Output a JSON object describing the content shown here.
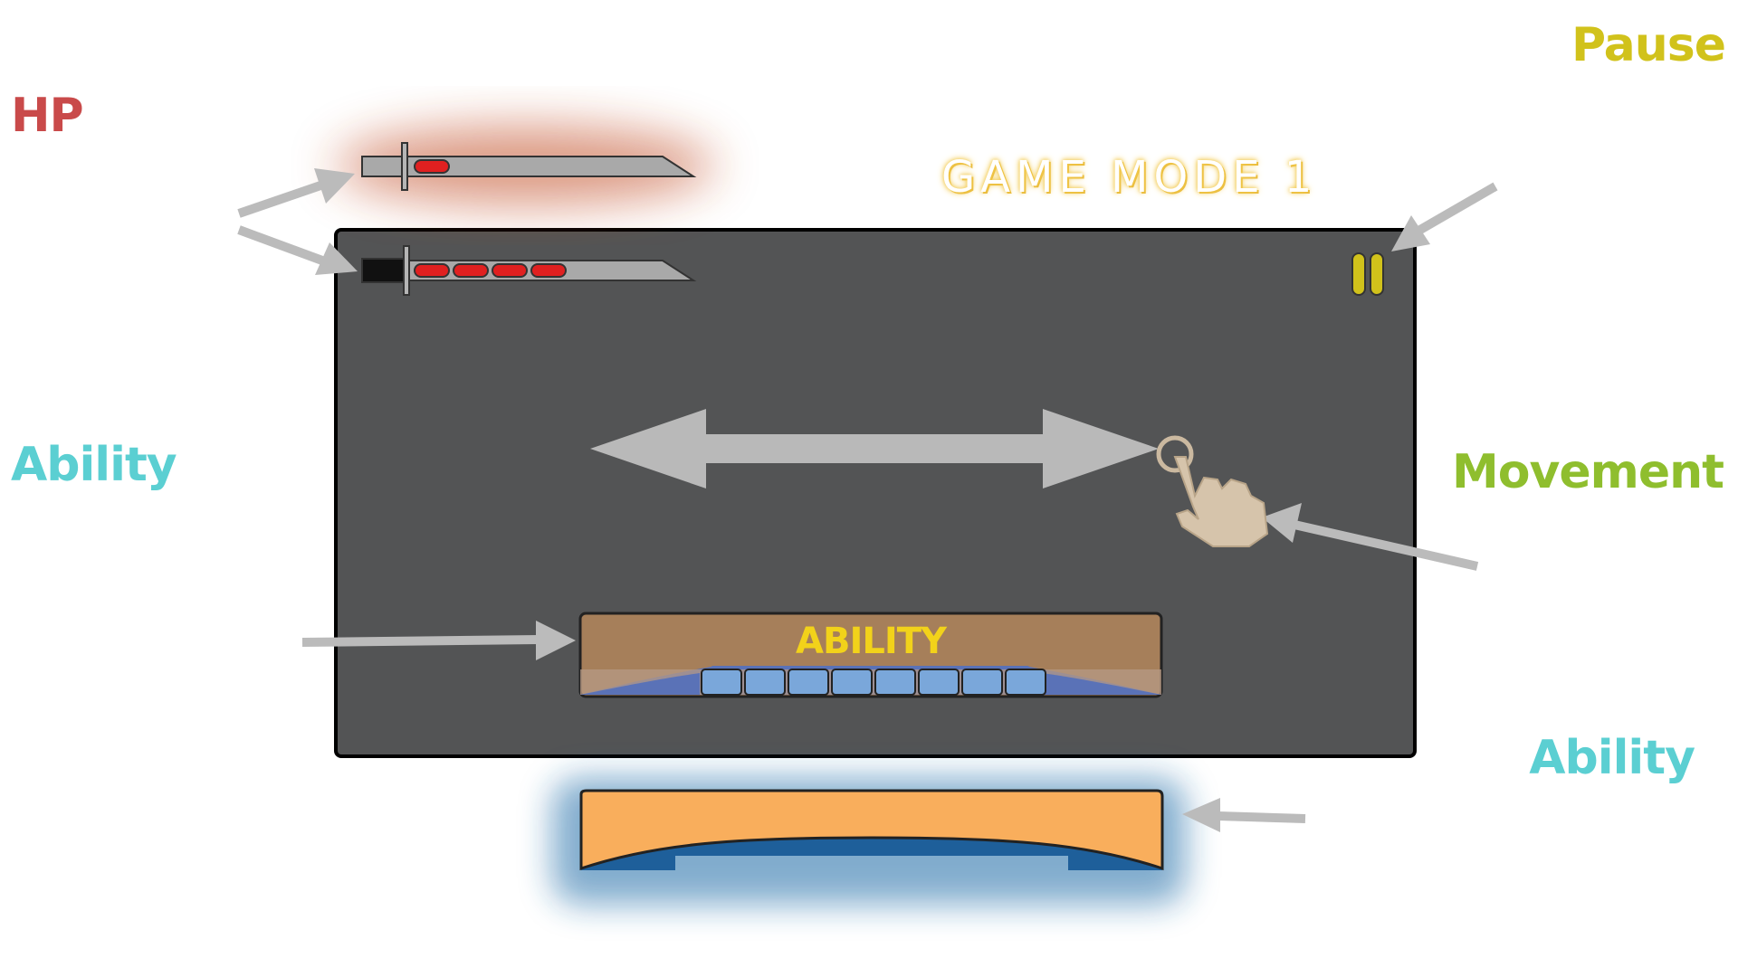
{
  "labels": {
    "hp": "HP",
    "ability_left": "Ability",
    "movement": "Movement",
    "pause": "Pause",
    "ability_right": "Ability"
  },
  "game_mode": "GAME MODE 1",
  "ability_bar": {
    "title": "ABILITY",
    "segments": 8
  },
  "hp": {
    "current_pips": 4,
    "alt_pips": 1
  },
  "colors": {
    "hp": "#c94a4a",
    "ability": "#5bcfd2",
    "movement": "#8fbe2e",
    "pause": "#d1c21b",
    "ability_title": "#f2d21a",
    "screen": "#535455",
    "arrow": "#bbbbbb",
    "pip": "#e02020",
    "segment": "#7aa7da",
    "panel": "#f9ae5c",
    "bar": "#a67f5a"
  },
  "icons": {
    "hp_display": "katana-icon",
    "movement": "tap-hand-icon",
    "pause": "pause-icon"
  }
}
